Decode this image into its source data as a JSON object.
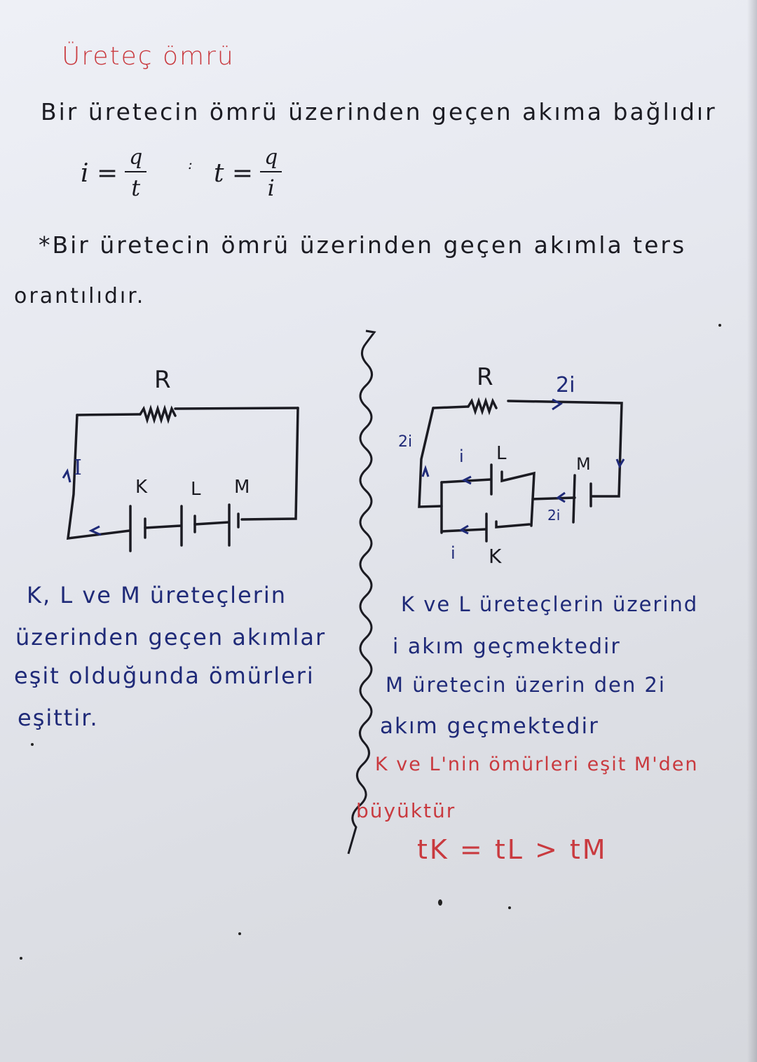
{
  "title": "Üreteç ömrü",
  "intro_line": "Bir üretecin ömrü üzerinden geçen akıma bağlıdır",
  "formulas": {
    "current": {
      "lhs": "i =",
      "num": "q",
      "den": "t"
    },
    "separator": ":",
    "time": {
      "lhs": "t =",
      "num": "q",
      "den": "i"
    }
  },
  "rule": {
    "line1": "*Bir üretecin ömrü üzerinden geçen akımla ters",
    "line2": "orantılıdır."
  },
  "left_circuit": {
    "resistor_label": "R",
    "current_label": "I",
    "battery_labels": [
      "K",
      "L",
      "M"
    ],
    "caption": [
      "K, L ve M üreteçlerin",
      "üzerinden geçen akımlar",
      "eşit olduğunda ömürleri",
      "eşittir."
    ]
  },
  "right_circuit": {
    "resistor_label": "R",
    "top_current": "2i",
    "left_current": "2i",
    "branch_L_current": "i",
    "branch_L_label": "L",
    "branch_K_current": "i",
    "branch_K_label": "K",
    "M_label": "M",
    "M_current": "2i",
    "caption": [
      "K ve L üreteçlerin üzerind",
      "i akım geçmektedir",
      "M üretecin üzerin den 2i",
      "akım geçmektedir"
    ],
    "conclusion": [
      "K ve L'nin ömürleri eşit M'den",
      "büyüktür"
    ],
    "inequality": "tK = tL > tM"
  },
  "colors": {
    "black_ink": "#1b1b22",
    "blue_ink": "#1f2a78",
    "red_ink": "#c93a3f",
    "paper": "#e6e8ef"
  }
}
